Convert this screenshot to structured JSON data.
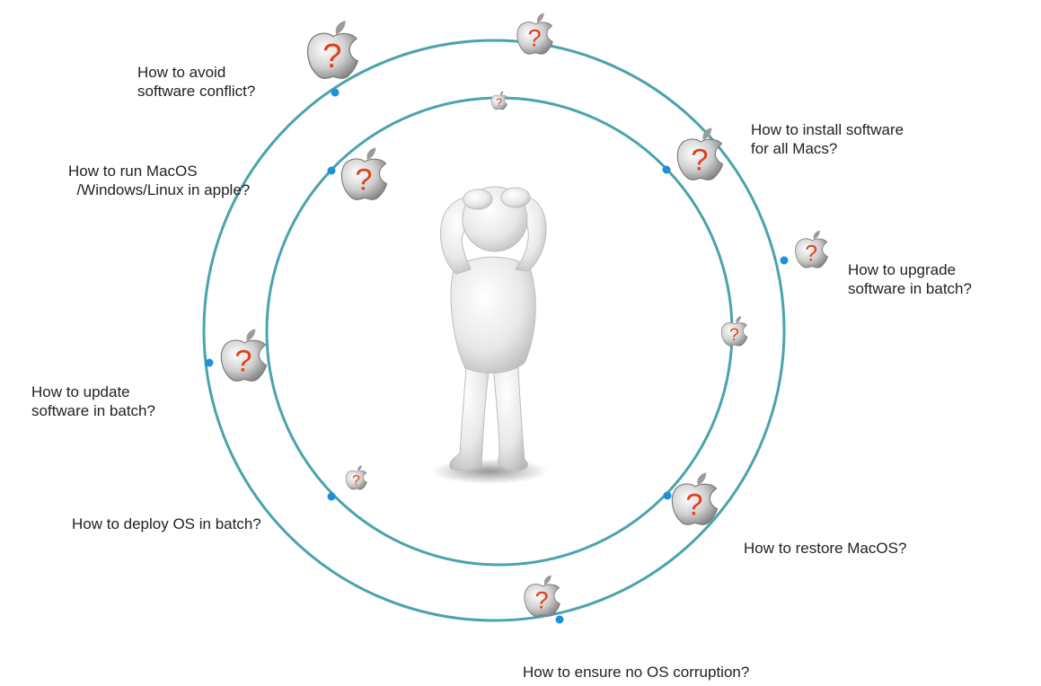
{
  "colors": {
    "ring": "#4aa3ad",
    "dot": "#1e8fe0",
    "question_mark": "#e0401c",
    "apple_light": "#f4f4f4",
    "apple_dark": "#8a8a8a",
    "text": "#222222"
  },
  "icons": {
    "apple": "apple-question-icon",
    "person": "confused-person-figure"
  },
  "questions": [
    {
      "id": "avoid-conflict",
      "text": "How to avoid\nsoftware conflict?"
    },
    {
      "id": "run-os",
      "text": "How to run MacOS\n  /Windows/Linux in apple?"
    },
    {
      "id": "update-batch",
      "text": "How to update\nsoftware in batch?"
    },
    {
      "id": "deploy-os",
      "text": "How to deploy OS in batch?"
    },
    {
      "id": "ensure-no-corruption",
      "text": "How to ensure no OS corruption?"
    },
    {
      "id": "restore-macos",
      "text": "How to restore MacOS?"
    },
    {
      "id": "upgrade-batch",
      "text": "How to upgrade\nsoftware in batch?"
    },
    {
      "id": "install-all",
      "text": "How to install software\nfor all Macs?"
    }
  ]
}
